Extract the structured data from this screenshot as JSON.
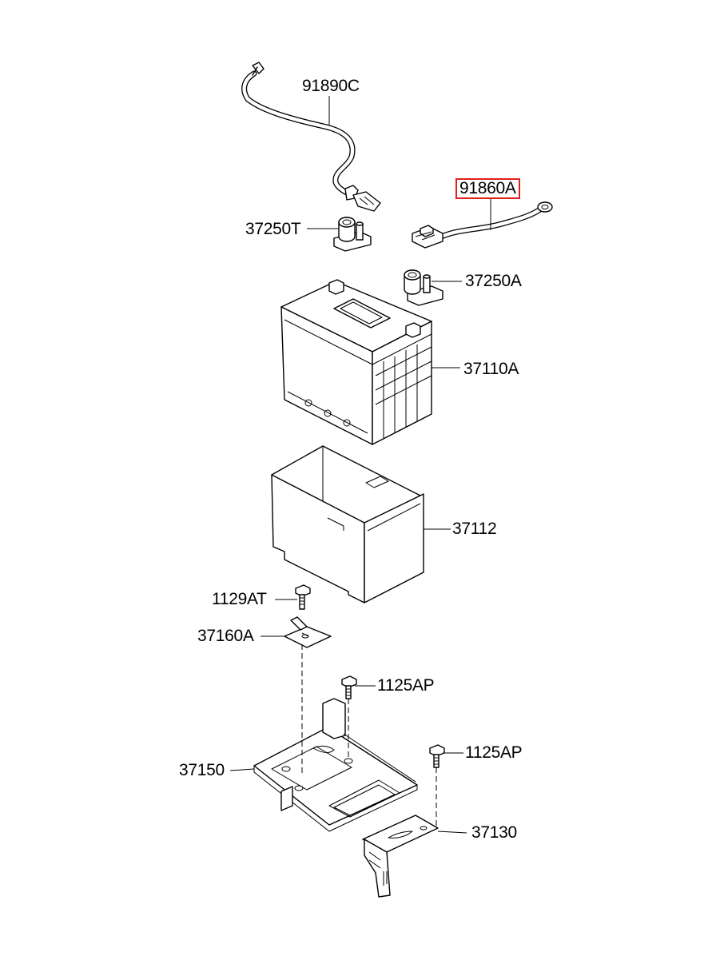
{
  "parts": {
    "p91890C": "91890C",
    "p91860A": "91860A",
    "p37250T": "37250T",
    "p37250A": "37250A",
    "p37110A": "37110A",
    "p37112": "37112",
    "p1129AT": "1129AT",
    "p37160A": "37160A",
    "p1125AP_a": "1125AP",
    "p1125AP_b": "1125AP",
    "p37150": "37150",
    "p37130": "37130"
  },
  "highlight_color": "#e0201e"
}
